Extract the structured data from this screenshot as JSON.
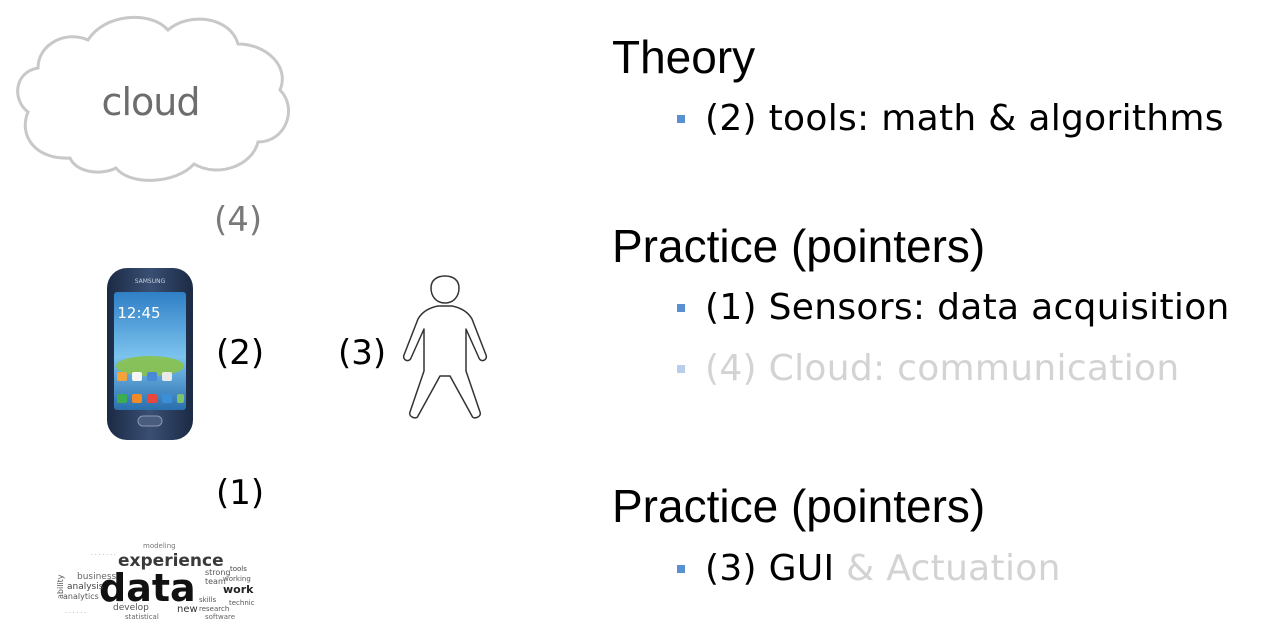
{
  "left": {
    "cloud_label": "cloud",
    "label_4": "(4)",
    "label_2": "(2)",
    "label_3": "(3)",
    "label_1": "(1)",
    "phone_brand": "SAMSUNG",
    "phone_clock": "12:45",
    "word_cloud": {
      "main": "data",
      "secondary": "experience",
      "minor": [
        "business",
        "analysis",
        "analytics",
        "team",
        "work",
        "develop",
        "new",
        "ability",
        "tools",
        "skills",
        "research",
        "strong",
        "software",
        "statistical",
        "technical",
        "modeling",
        "working"
      ]
    }
  },
  "sections": [
    {
      "heading": "Theory",
      "bullets": [
        {
          "text": "(2) tools: math & algorithms",
          "faded_tail": "",
          "faded": false
        }
      ]
    },
    {
      "heading": "Practice (pointers)",
      "bullets": [
        {
          "text": "(1) Sensors: data acquisition",
          "faded_tail": "",
          "faded": false
        },
        {
          "text": "(4) Cloud: communication",
          "faded_tail": "",
          "faded": true
        }
      ]
    },
    {
      "heading": "Practice (pointers)",
      "bullets": [
        {
          "text": "(3) GUI",
          "faded_tail": " & Actuation",
          "faded": false
        }
      ]
    }
  ],
  "colors": {
    "bullet": "#5a8fd0",
    "faded_text": "#d3d3d3",
    "cloud_text": "#6d6d6d"
  }
}
